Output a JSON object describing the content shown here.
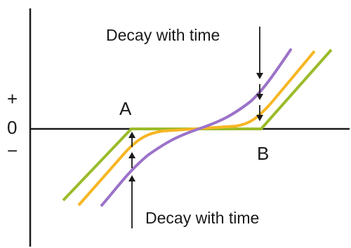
{
  "labels": {
    "decay_top": "Decay with time",
    "decay_bottom": "Decay with time",
    "point_a": "A",
    "point_b": "B",
    "plus": "+",
    "zero": "0",
    "minus": "−"
  },
  "colors": {
    "axis": "#1a1a1a",
    "green": "#9bbb2a",
    "yellow": "#f6b623",
    "purple": "#9b72c9",
    "arrow": "#1a1a1a"
  }
}
